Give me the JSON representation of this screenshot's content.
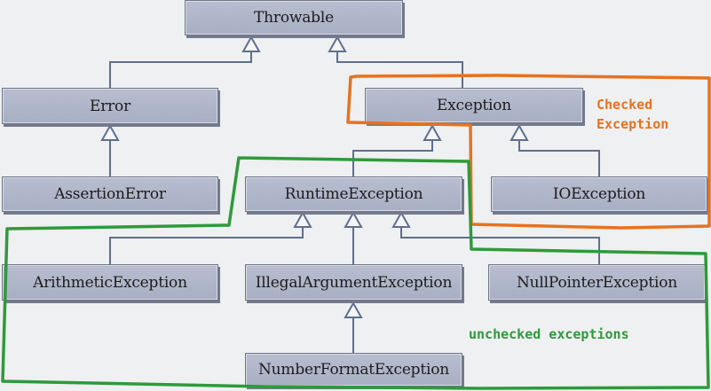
{
  "diagram": {
    "nodes": {
      "throwable": "Throwable",
      "error": "Error",
      "exception": "Exception",
      "assertion_error": "AssertionError",
      "runtime_exception": "RuntimeException",
      "io_exception": "IOException",
      "arithmetic_exception": "ArithmeticException",
      "illegal_argument_exception": "IllegalArgumentException",
      "null_pointer_exception": "NullPointerException",
      "number_format_exception": "NumberFormatException"
    },
    "annotations": {
      "checked": [
        "Checked",
        "Exception"
      ],
      "unchecked": "unchecked exceptions"
    },
    "colors": {
      "node_fill": "#afb5c9",
      "edge": "#5f6f8c",
      "checked_outline": "#e8721c",
      "unchecked_outline": "#2e9a3a",
      "background": "#eef0f1"
    }
  }
}
